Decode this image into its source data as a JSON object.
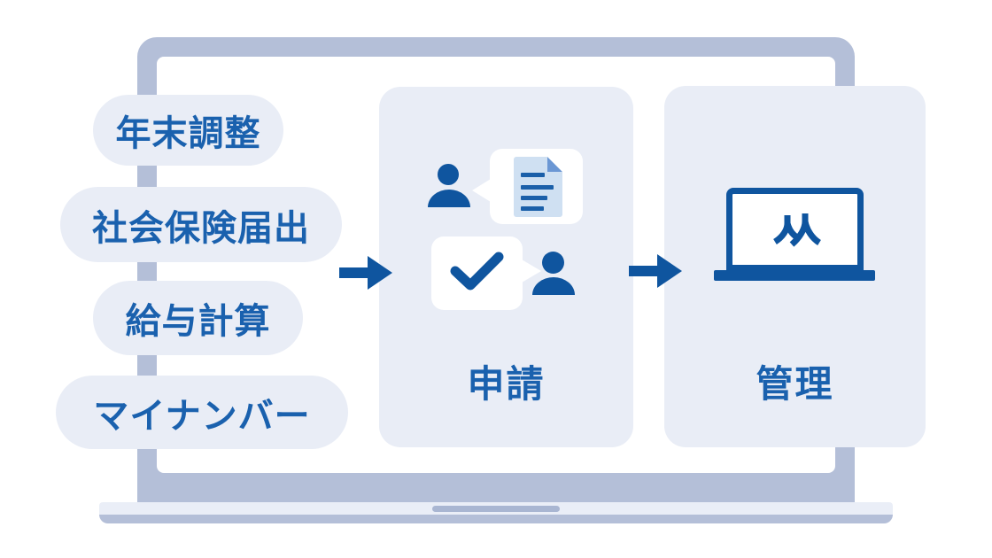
{
  "illustration": {
    "task_pills": [
      "年末調整",
      "社会保険届出",
      "給与計算",
      "マイナンバー"
    ],
    "steps": [
      {
        "label": "申請"
      },
      {
        "label": "管理"
      }
    ],
    "icons": [
      "user-icon",
      "document-bubble-icon",
      "check-bubble-icon",
      "laptop-icon",
      "people-glyph-icon",
      "right-arrow-icon"
    ],
    "colors": {
      "icon_blue": "#0F559F",
      "text_blue": "#1A61AE",
      "panel_background": "#E9EDF6",
      "laptop_frame": "#B4BFD8",
      "laptop_base": "#EAEEF7",
      "laptop_hinge": "#A9B6D2",
      "document_fill": "#CFE0F2",
      "document_fold": "#6B97D4",
      "document_lines": "#1A5FA9"
    }
  }
}
